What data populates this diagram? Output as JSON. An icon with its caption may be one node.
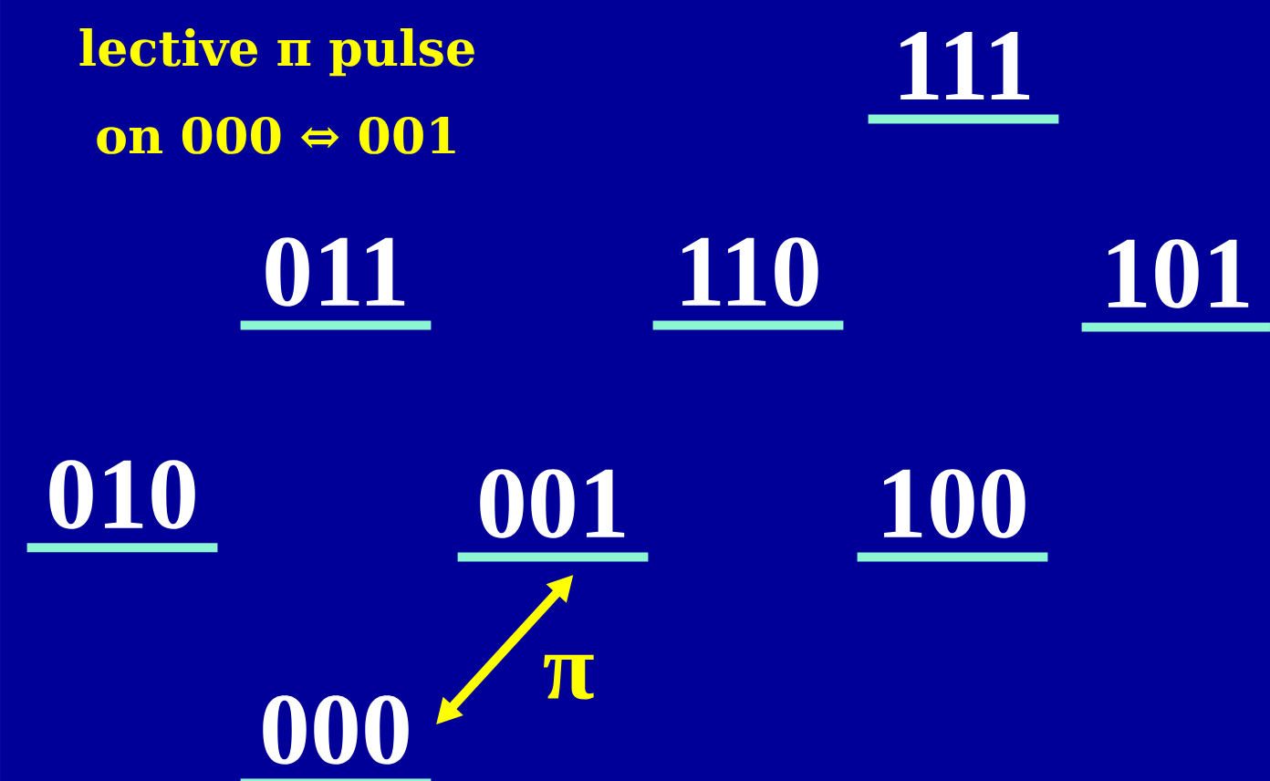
{
  "diagram": {
    "title": "lective π pulse on 000 ⇔ 001",
    "nodes": [
      {
        "text": [
          "111"
        ]
      },
      {
        "text": [
          "011"
        ]
      },
      {
        "text": [
          "110"
        ]
      },
      {
        "text": [
          "101"
        ]
      },
      {
        "text": [
          "010"
        ]
      },
      {
        "text": [
          "001"
        ]
      },
      {
        "text": [
          "100"
        ]
      },
      {
        "text": [
          "000"
        ]
      }
    ],
    "edges": [
      {
        "from": 7,
        "to": 5,
        "arrow": "both",
        "label": "π"
      }
    ]
  }
}
